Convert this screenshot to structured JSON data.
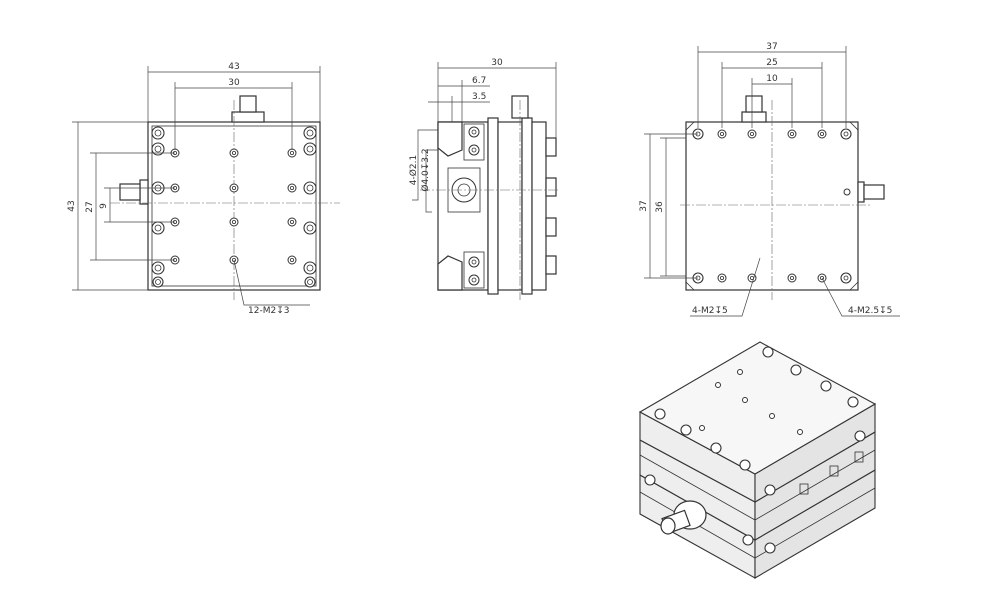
{
  "front_view": {
    "width_overall": "43",
    "width_holes": "30",
    "height_overall": "43",
    "height_pitch": "27",
    "height_inner": "9",
    "callout": "12-M2↧3"
  },
  "side_view": {
    "width_overall": "30",
    "offset_a": "6.7",
    "offset_b": "3.5",
    "callout_a": "4-Ø2.1",
    "callout_b": "Ø4.0↧3.2"
  },
  "top_view": {
    "width_overall": "37",
    "width_mid": "25",
    "width_inner": "10",
    "height_overall": "37",
    "height_inner": "36",
    "callout_left": "4-M2↧5",
    "callout_right": "4-M2.5↧5"
  },
  "iso_view": {
    "icon": "stage-isometric-icon"
  }
}
